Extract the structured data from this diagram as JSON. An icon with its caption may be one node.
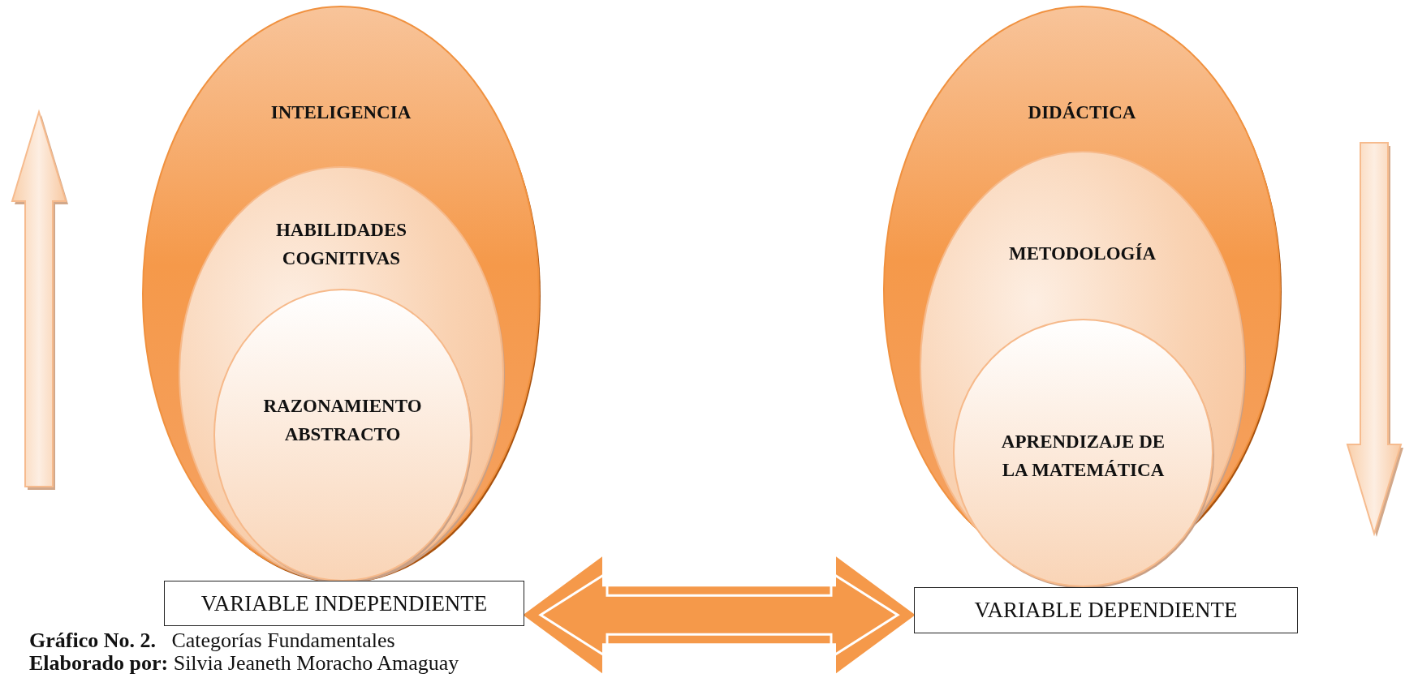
{
  "diagram": {
    "nodes": [
      {
        "text": [
          "INTELIGENCIA"
        ]
      },
      {
        "text": [
          "HABILIDADES COGNITIVAS"
        ],
        "in": 0
      },
      {
        "text": [
          "RAZONAMIENTO ABSTRACTO"
        ],
        "in": 1
      },
      {
        "text": [
          "DIDÁCTICA"
        ]
      },
      {
        "text": [
          "METODOLOGÍA"
        ],
        "in": 3
      },
      {
        "text": [
          "APRENDIZAJE DE LA MATEMÁTICA"
        ],
        "in": 4
      },
      {
        "text": [
          "VARIABLE INDEPENDIENTE"
        ]
      },
      {
        "text": [
          "VARIABLE DEPENDIENTE"
        ]
      }
    ],
    "edges": [
      {
        "from": 6,
        "to": 7,
        "arrow": "both"
      }
    ],
    "labels": [
      "**Gráfico No. 2.**   Categorías Fundamentales",
      "**Elaborado por:** Silvia Jeaneth Moracho Amaguay"
    ]
  }
}
